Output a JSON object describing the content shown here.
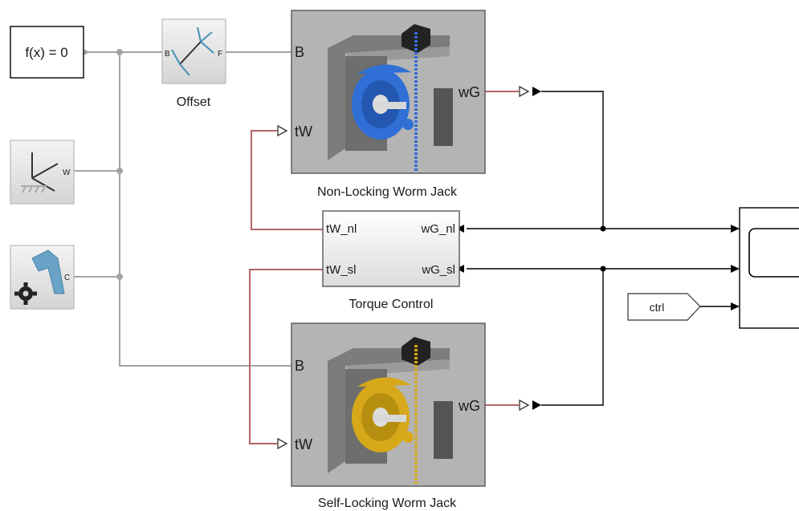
{
  "blocks": {
    "solver": {
      "text": "f(x) = 0"
    },
    "offset": {
      "label": "Offset",
      "port_in": "B",
      "port_out": "F"
    },
    "world": {
      "port": "W"
    },
    "config": {
      "port": "C"
    },
    "nonlocking": {
      "label": "Non-Locking Worm Jack",
      "port_b": "B",
      "port_tw": "tW",
      "port_wg": "wG",
      "gear_color": "#2f6fd6"
    },
    "selflocking": {
      "label": "Self-Locking Worm Jack",
      "port_b": "B",
      "port_tw": "tW",
      "port_wg": "wG",
      "gear_color": "#d6a81a"
    },
    "torque": {
      "label": "Torque Control",
      "in1": "tW_nl",
      "in2": "tW_sl",
      "out1": "wG_nl",
      "out2": "wG_sl"
    },
    "ctrl": {
      "text": "ctrl"
    }
  },
  "colors": {
    "mechanical_line": "#a0a0a0",
    "physical_signal_line": "#b35a5a",
    "signal_line": "#000000",
    "block_gray": "#b4b4b4"
  }
}
